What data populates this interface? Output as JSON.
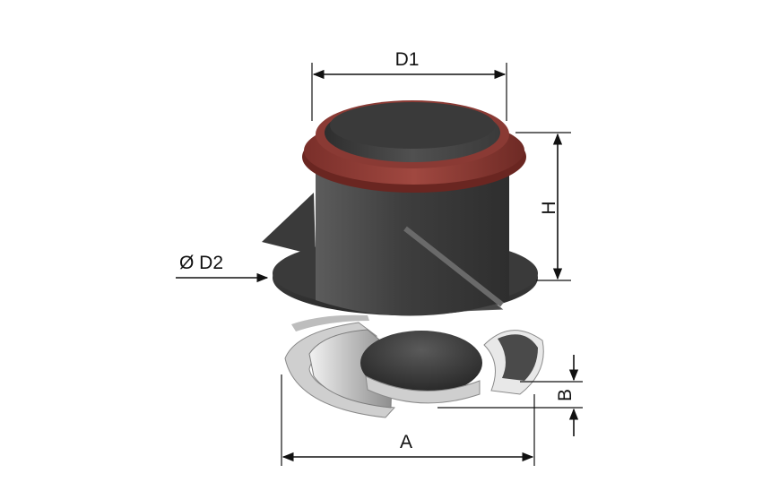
{
  "labels": {
    "d1": "D1",
    "h": "H",
    "d2": "Ø D2",
    "b": "B",
    "a": "A"
  },
  "colors": {
    "flange": "#8a3a34",
    "body": "#4f4f4f",
    "disc": "#3e3e3e",
    "liner": "#d8d8d8",
    "dimension": "#111111"
  }
}
